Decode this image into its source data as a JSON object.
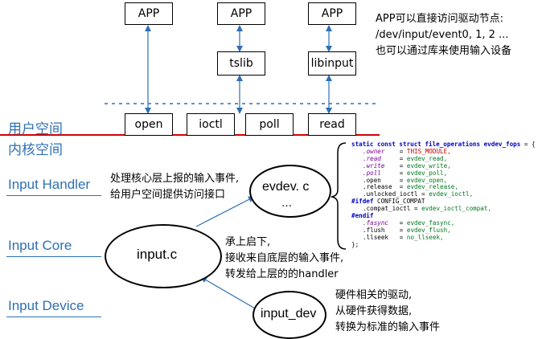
{
  "layers": {
    "user_space": "用户空间",
    "kernel_space": "内核空间",
    "input_handler": "Input  Handler",
    "input_core": "Input  Core",
    "input_device": "Input  Device"
  },
  "apps": [
    "APP",
    "APP",
    "APP"
  ],
  "libs": {
    "tslib": "tslib",
    "libinput": "libinput"
  },
  "syscalls": [
    "open",
    "ioctl",
    "poll",
    "read"
  ],
  "nodes": {
    "evdev_name": "evdev. c",
    "evdev_dots": "…",
    "input_c": "input.c",
    "input_dev": "input_dev"
  },
  "notes": {
    "app_access": [
      "APP可以直接访问驱动节点:",
      "/dev/input/event0, 1, 2 ...",
      "也可以通过库来使用输入设备"
    ],
    "handler": [
      "处理核心层上报的输入事件,",
      "给用户空间提供访问接口"
    ],
    "core": [
      "承上启下,",
      "接收来自底层的输入事件,",
      "转发给上层的的handler"
    ],
    "device": [
      "硬件相关的驱动,",
      "从硬件获得数据,",
      "转换为标准的输入事件"
    ]
  },
  "code": {
    "decl_static": "static const struct",
    "decl_type": "file_operations",
    "decl_name": "evdev_fops",
    "lines": [
      {
        "field": ".owner",
        "value": "THIS_MODULE,"
      },
      {
        "field": ".read",
        "value": "evdev_read,"
      },
      {
        "field": ".write",
        "value": "evdev_write,"
      },
      {
        "field": ".poll",
        "value": "evdev_poll,"
      },
      {
        "field": ".open",
        "value": "evdev_open,"
      },
      {
        "field": ".release",
        "value": "evdev_release,"
      },
      {
        "field": ".unlocked_ioctl",
        "value": "evdev_ioctl,"
      },
      {
        "field": "#ifdef",
        "value": "CONFIG_COMPAT"
      },
      {
        "field": ".compat_ioctl",
        "value": "evdev_ioctl_compat,"
      },
      {
        "field": "#endif",
        "value": ""
      },
      {
        "field": ".fasync",
        "value": "evdev_fasync,"
      },
      {
        "field": ".flush",
        "value": "evdev_flush,"
      },
      {
        "field": ".llseek",
        "value": "no_llseek,"
      },
      {
        "field": "};",
        "value": ""
      }
    ]
  },
  "colors": {
    "layer_label": "#2e6fb4",
    "divider": "#d40000",
    "dashed": "#2e6fb4",
    "arrow": "#2e6fb4"
  }
}
